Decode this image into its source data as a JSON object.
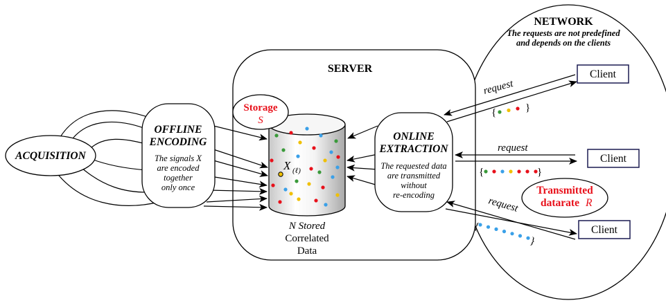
{
  "network": {
    "title": "NETWORK",
    "note_line1": "The requests are not predefined",
    "note_line2": "and depends on the clients"
  },
  "server": {
    "title": "SERVER"
  },
  "acquisition": {
    "label": "ACQUISITION"
  },
  "offline": {
    "title_line1": "OFFLINE",
    "title_line2": "ENCODING",
    "desc_line1": "The signals X",
    "desc_line2": "are encoded",
    "desc_line3": "together",
    "desc_line4": "only once"
  },
  "storage": {
    "label": "Storage",
    "symbol": "S"
  },
  "database": {
    "element_label": "X",
    "element_index": "(ℓ)",
    "caption_line1": "N Stored",
    "caption_line2": "Correlated",
    "caption_line3": "Data"
  },
  "online": {
    "title_line1": "ONLINE",
    "title_line2": "EXTRACTION",
    "desc_line1": "The requested data",
    "desc_line2": "are transmitted",
    "desc_line3": "without",
    "desc_line4": "re-encoding"
  },
  "requests": {
    "top": "request",
    "middle": "request",
    "bottom": "request"
  },
  "clients": {
    "top": "Client",
    "middle": "Client",
    "bottom": "Client"
  },
  "transmitted": {
    "line1": "Transmitted",
    "line2": "datarate",
    "symbol": "R"
  },
  "colors": {
    "red": "#e8101a",
    "green": "#3a9a3a",
    "blue": "#3aa0e8",
    "yellow": "#f0c000",
    "client_border": "#1a1a50"
  },
  "packets": {
    "top": [
      "green",
      "yellow",
      "red"
    ],
    "middle": [
      "green",
      "red",
      "blue",
      "yellow",
      "red",
      "red",
      "red"
    ],
    "bottom": [
      "blue",
      "blue",
      "blue",
      "blue",
      "blue",
      "blue",
      "blue"
    ]
  }
}
